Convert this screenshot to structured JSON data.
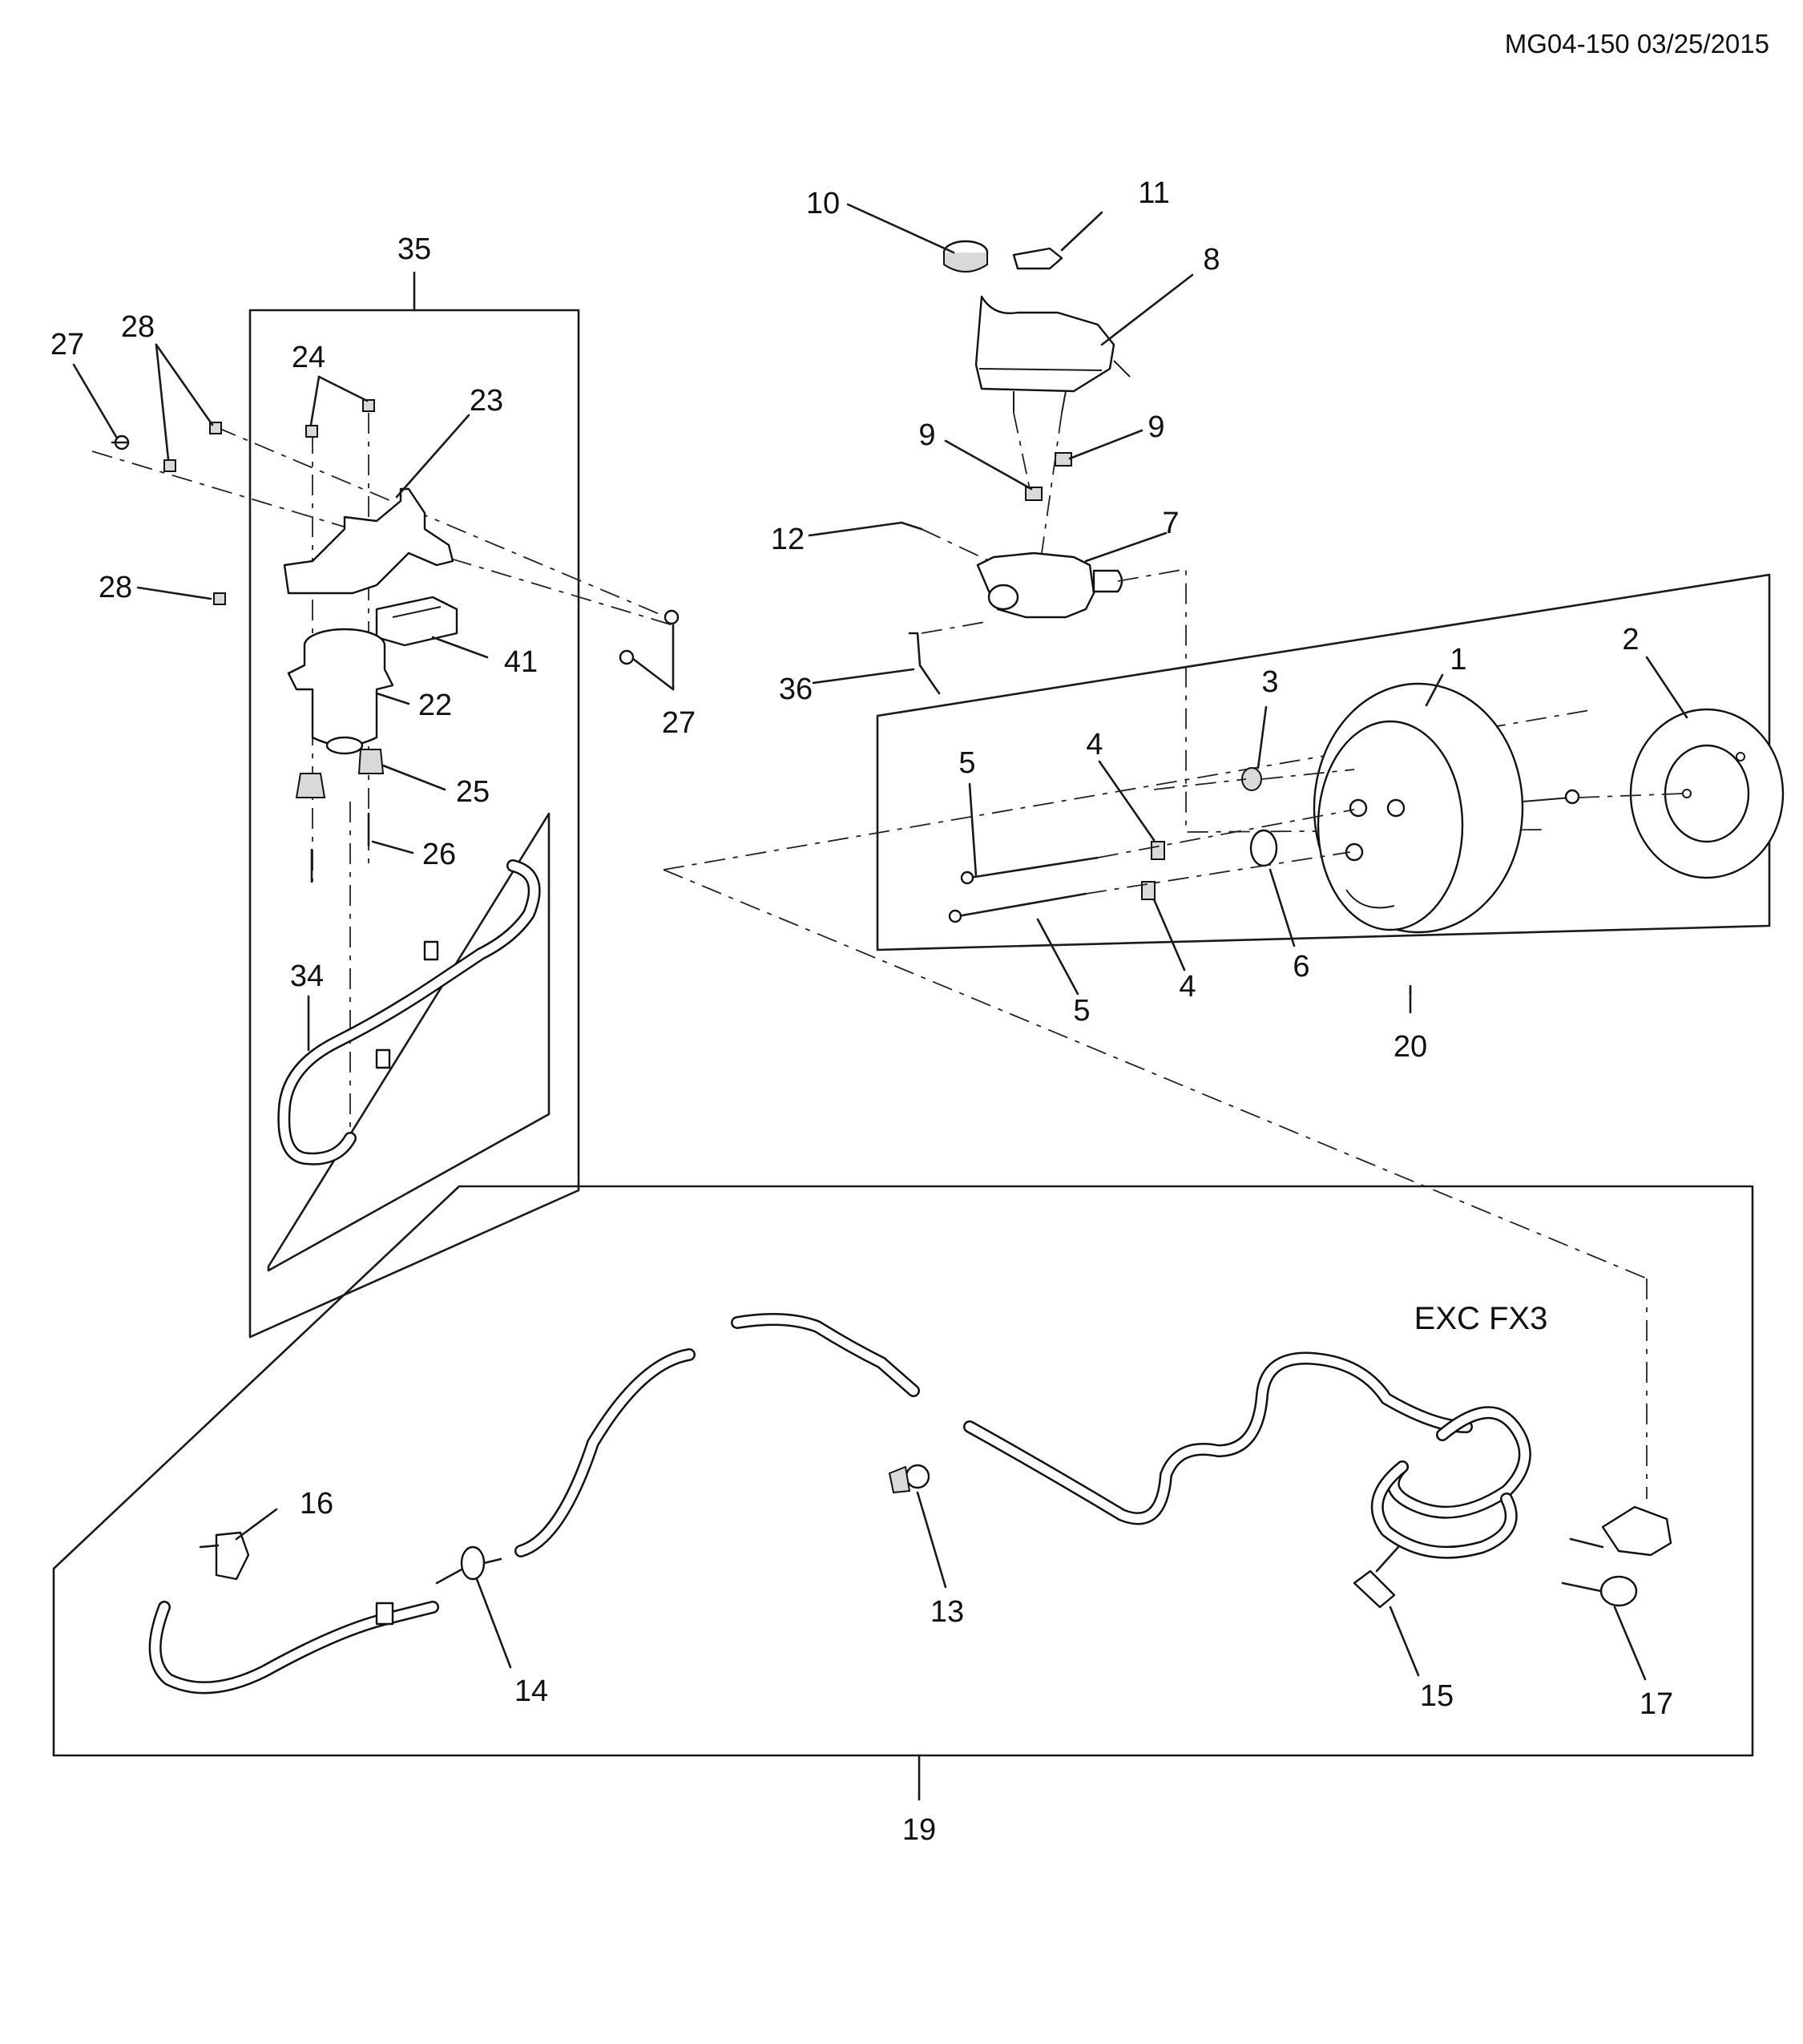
{
  "header": {
    "doc_ref": "MG04-150 03/25/2015"
  },
  "note": {
    "variant": "EXC FX3"
  },
  "callouts": {
    "c1": "1",
    "c2": "2",
    "c3": "3",
    "c4a": "4",
    "c4b": "4",
    "c5a": "5",
    "c5b": "5",
    "c6": "6",
    "c7": "7",
    "c8": "8",
    "c9a": "9",
    "c9b": "9",
    "c10": "10",
    "c11": "11",
    "c12": "12",
    "c13": "13",
    "c14": "14",
    "c15": "15",
    "c16": "16",
    "c17": "17",
    "c19": "19",
    "c20": "20",
    "c22": "22",
    "c23": "23",
    "c24": "24",
    "c25": "25",
    "c26": "26",
    "c27a": "27",
    "c27b": "27",
    "c28a": "28",
    "c28b": "28",
    "c34": "34",
    "c35": "35",
    "c36": "36",
    "c41": "41"
  },
  "icons": {
    "reservoir-cap": "cap",
    "reservoir": "tank",
    "master-cylinder": "cylinder",
    "brake-booster": "booster",
    "vacuum-pump": "pump",
    "vacuum-hose": "hose"
  }
}
